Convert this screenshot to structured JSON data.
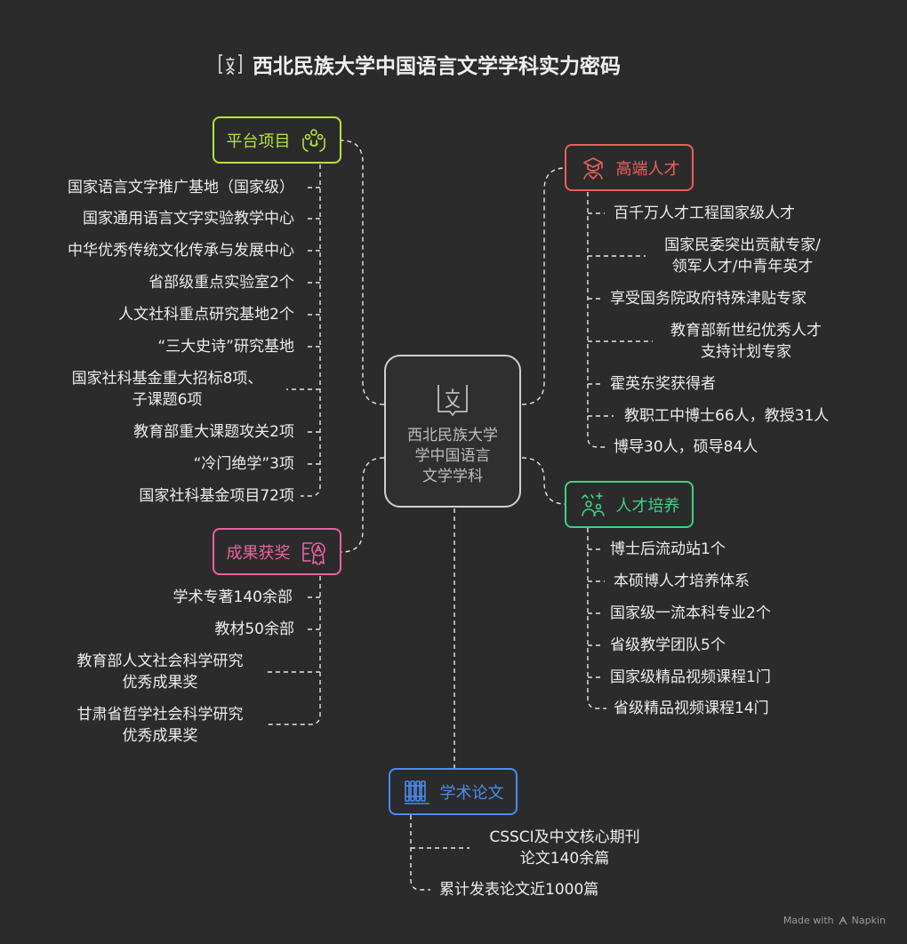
{
  "title": "西北民族大学中国语言文学学科实力密码",
  "center": {
    "lines": [
      "西北民族大学",
      "学中国语言",
      "文学学科"
    ]
  },
  "categories": {
    "platform": {
      "label": "平台项目",
      "color": "#b5e33d",
      "items": [
        "国家语言文字推广基地（国家级）",
        "国家通用语言文字实验教学中心",
        "中华优秀传统文化传承与发展中心",
        "省部级重点实验室2个",
        "人文社科重点研究基地2个",
        "“三大史诗”研究基地",
        "国家社科基金重大招标8项、",
        "子课题6项",
        "教育部重大课题攻关2项",
        "“冷门绝学”3项",
        "国家社科基金项目72项"
      ]
    },
    "talent": {
      "label": "高端人才",
      "color": "#e8605c",
      "items": [
        "百千万人才工程国家级人才",
        "国家民委突出贡献专家/",
        "领军人才/中青年英才",
        "享受国务院政府特殊津贴专家",
        "教育部新世纪优秀人才",
        "支持计划专家",
        "霍英东奖获得者",
        "教职工中博士66人，教授31人",
        "博导30人，硕导84人"
      ]
    },
    "training": {
      "label": "人才培养",
      "color": "#3fd186",
      "items": [
        "博士后流动站1个",
        "本硕博人才培养体系",
        "国家级一流本科专业2个",
        "省级教学团队5个",
        "国家级精品视频课程1门",
        "省级精品视频课程14门"
      ]
    },
    "awards": {
      "label": "成果获奖",
      "color": "#e8649e",
      "items": [
        "学术专著140余部",
        "教材50余部",
        "教育部人文社会科学研究",
        "优秀成果奖",
        "甘肃省哲学社会科学研究",
        "优秀成果奖"
      ]
    },
    "papers": {
      "label": "学术论文",
      "color": "#4a8cf0",
      "items": [
        "CSSCI及中文核心期刊",
        "论文140余篇",
        "累计发表论文近1000篇"
      ]
    }
  },
  "footer": {
    "made_with": "Made with",
    "brand": "Napkin"
  }
}
